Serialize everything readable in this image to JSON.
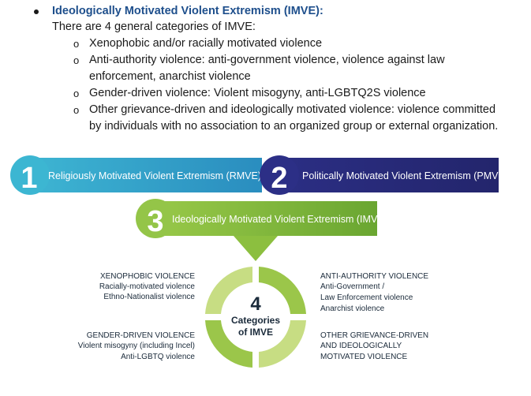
{
  "document": {
    "heading": "Ideologically Motivated Violent Extremism (IMVE):",
    "intro": "There are 4 general categories of IMVE:",
    "bullets": [
      {
        "lines": [
          "Xenophobic and/or racially motivated violence"
        ]
      },
      {
        "lines": [
          "Anti-authority violence: anti-government violence, violence against law",
          "enforcement, anarchist violence"
        ]
      },
      {
        "lines": [
          "Gender-driven violence: Violent misogyny, anti-LGBTQ2S violence"
        ]
      },
      {
        "lines": [
          "Other grievance-driven and ideologically motivated violence: violence committed",
          "by individuals with no association to an organized group or external organization."
        ]
      }
    ],
    "bullet_marker": "o"
  },
  "diagram": {
    "banner1": {
      "number": "1",
      "label": "Religiously Motivated Violent Extremism (RMVE)",
      "color": "#3bb3d0"
    },
    "banner2": {
      "number": "2",
      "label": "Politically Motivated Violent Extremism (PMVE)",
      "color": "#2b2c80"
    },
    "banner3": {
      "number": "3",
      "label": "Ideologically Motivated Violent Extremism (IMVE)",
      "color": "#8cbf3f"
    },
    "center": {
      "number": "4",
      "line1": "Categories",
      "line2": "of IMVE"
    },
    "quadrants": {
      "top_left": {
        "title": "XENOPHOBIC VIOLENCE",
        "lines": [
          "Racially-motivated violence",
          "Ethno-Nationalist violence"
        ]
      },
      "top_right": {
        "title": "ANTI-AUTHORITY VIOLENCE",
        "lines": [
          "Anti-Government /",
          "Law Enforcement violence",
          "Anarchist violence"
        ]
      },
      "bottom_left": {
        "title": "GENDER-DRIVEN VIOLENCE",
        "lines": [
          "Violent misogyny (including Incel)",
          "Anti-LGBTQ violence"
        ]
      },
      "bottom_right": {
        "title": "OTHER GRIEVANCE-DRIVEN",
        "lines": [
          "AND IDEOLOGICALLY",
          "MOTIVATED VIOLENCE"
        ]
      }
    },
    "colors": {
      "green_dark": "#9bc64a",
      "green_light": "#c7dd83",
      "text_dark": "#1a2a3a"
    }
  }
}
